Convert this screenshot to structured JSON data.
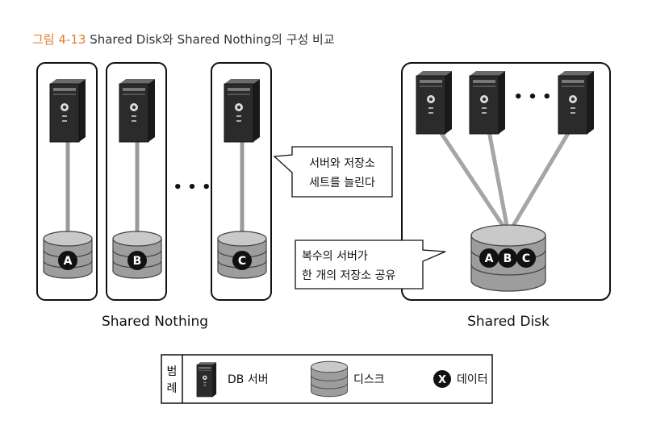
{
  "caption": {
    "number": "그림 4-13",
    "text": "Shared Disk와 Shared Nothing의 구성 비교"
  },
  "shared_nothing": {
    "label": "Shared Nothing",
    "nodes": [
      {
        "data": "A"
      },
      {
        "data": "B"
      },
      {
        "data": "C"
      }
    ],
    "dots": "• • •"
  },
  "shared_disk": {
    "label": "Shared Disk",
    "data": [
      "A",
      "B",
      "C"
    ],
    "dots": "• • •"
  },
  "callouts": {
    "nothing_lines": [
      "서버와 저장소",
      "세트를 늘린다"
    ],
    "disk_lines": [
      "복수의 서버가",
      "한 개의 저장소 공유"
    ]
  },
  "legend": {
    "title": [
      "범",
      "례"
    ],
    "server_label": "DB 서버",
    "disk_label": "디스크",
    "data_label": "데이터",
    "data_symbol": "X"
  }
}
